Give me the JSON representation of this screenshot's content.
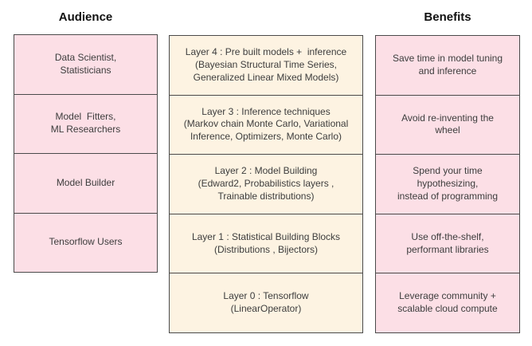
{
  "colors": {
    "bg": "#ffffff",
    "audience_fill": "#fcdfe6",
    "layers_fill": "#fdf3e2",
    "border": "#4a4a4a",
    "text": "#3d3d3d",
    "heading": "#111111"
  },
  "headers": {
    "audience": "Audience",
    "benefits": "Benefits"
  },
  "audience": {
    "items": [
      {
        "text": "Data Scientist,\nStatisticians"
      },
      {
        "text": "Model  Fitters,\nML Researchers"
      },
      {
        "text": "Model Builder"
      },
      {
        "text": "Tensorflow Users"
      }
    ]
  },
  "layers": {
    "items": [
      {
        "text": "Layer 4 : Pre built models +  inference\n(Bayesian Structural Time Series,\nGeneralized Linear Mixed Models)"
      },
      {
        "text": "Layer 3 : Inference techniques\n(Markov chain Monte Carlo, Variational\nInference, Optimizers, Monte Carlo)"
      },
      {
        "text": "Layer 2 : Model Building\n(Edward2, Probabilistics layers ,\nTrainable distributions)"
      },
      {
        "text": "Layer 1 : Statistical Building Blocks\n(Distributions , Bijectors)"
      },
      {
        "text": "Layer 0 : Tensorflow\n(LinearOperator)"
      }
    ]
  },
  "benefits": {
    "items": [
      {
        "text": "Save time in model tuning\nand inference"
      },
      {
        "text": "Avoid re-inventing the\nwheel"
      },
      {
        "text": "Spend your time\nhypothesizing,\ninstead of programming"
      },
      {
        "text": "Use off-the-shelf,\nperformant libraries"
      },
      {
        "text": "Leverage community +\nscalable cloud compute"
      }
    ]
  }
}
